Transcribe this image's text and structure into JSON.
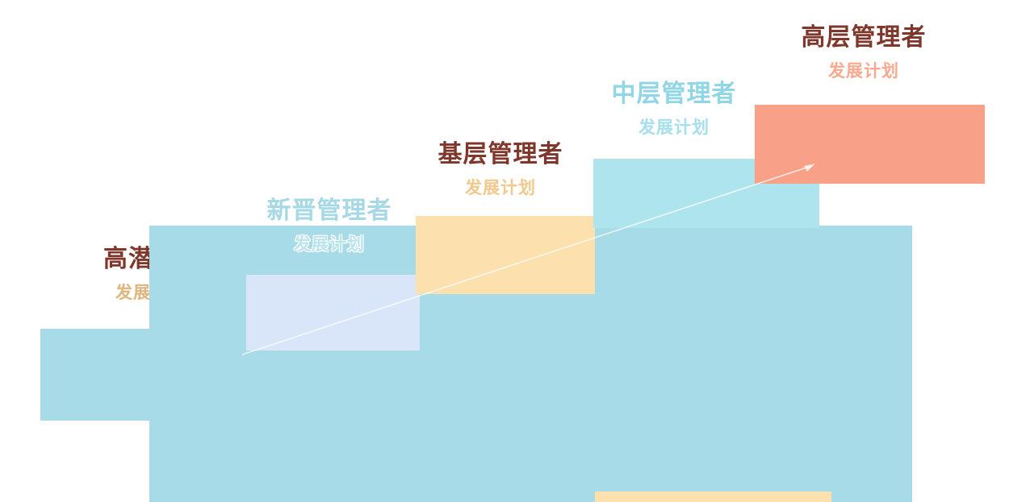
{
  "diagram": {
    "kind": "stair-step-development-plan",
    "background_color": "#ffffff",
    "main_block_color": "#a6dbe7",
    "arrow_color": "#ffffff",
    "steps": [
      {
        "title": "高潜",
        "subtitle": "发展",
        "block_color": "#a6dbe7",
        "title_color": "#7e372a",
        "subtitle_color": "#e0b57e"
      },
      {
        "title": "新晋管理者",
        "subtitle": "发展计划",
        "block_color": "#d9e6f9",
        "title_color": "#a4d9e5",
        "subtitle_color": "#bce4ee"
      },
      {
        "title": "基层管理者",
        "subtitle": "发展计划",
        "block_color": "#fce0ae",
        "title_color": "#7e372a",
        "subtitle_color": "#f3c88b"
      },
      {
        "title": "中层管理者",
        "subtitle": "发展计划",
        "block_color": "#ade4ee",
        "title_color": "#8fd6e6",
        "subtitle_color": "#a5e0ec"
      },
      {
        "title": "高层管理者",
        "subtitle": "发展计划",
        "block_color": "#f9a088",
        "title_color": "#7e372a",
        "subtitle_color": "#f9a98e"
      }
    ]
  }
}
